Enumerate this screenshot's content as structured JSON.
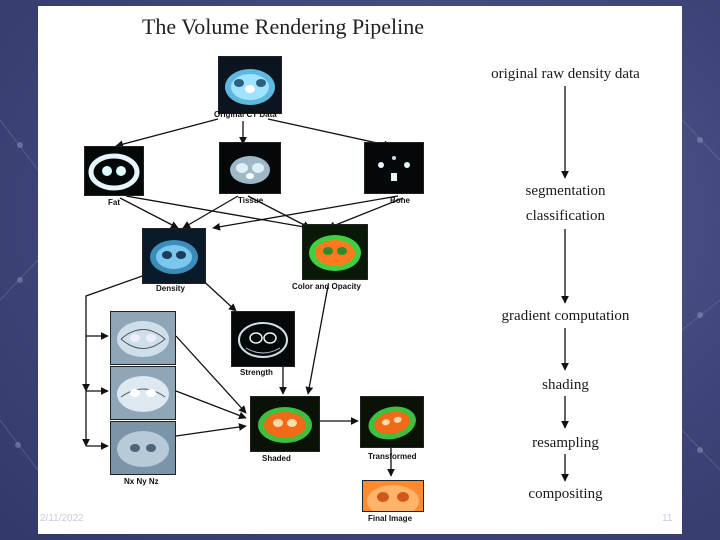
{
  "slide": {
    "title": "The Volume Rendering Pipeline",
    "footer_date": "2/11/2022",
    "footer_page": "11"
  },
  "figure_labels": {
    "original": "Original CT Data",
    "fat": "Fat",
    "tissue": "Tissue",
    "bone": "Bone",
    "density": "Density",
    "color_opacity": "Color and Opacity",
    "strength": "Strength",
    "nxnynz": "Nx Ny Nz",
    "shaded": "Shaded",
    "transformed": "Transformed",
    "final": "Final Image"
  },
  "pipeline_steps": [
    "original raw density data",
    "segmentation",
    "classification",
    "gradient computation",
    "shading",
    "resampling",
    "compositing"
  ],
  "colors": {
    "slide_bg": "#ffffff",
    "page_bg": "#3f4478",
    "ct_dark": "#0c1420",
    "ct_cyan": "#9fe3ff",
    "ct_green": "#3fcf3f",
    "ct_orange": "#ff7a1f"
  }
}
